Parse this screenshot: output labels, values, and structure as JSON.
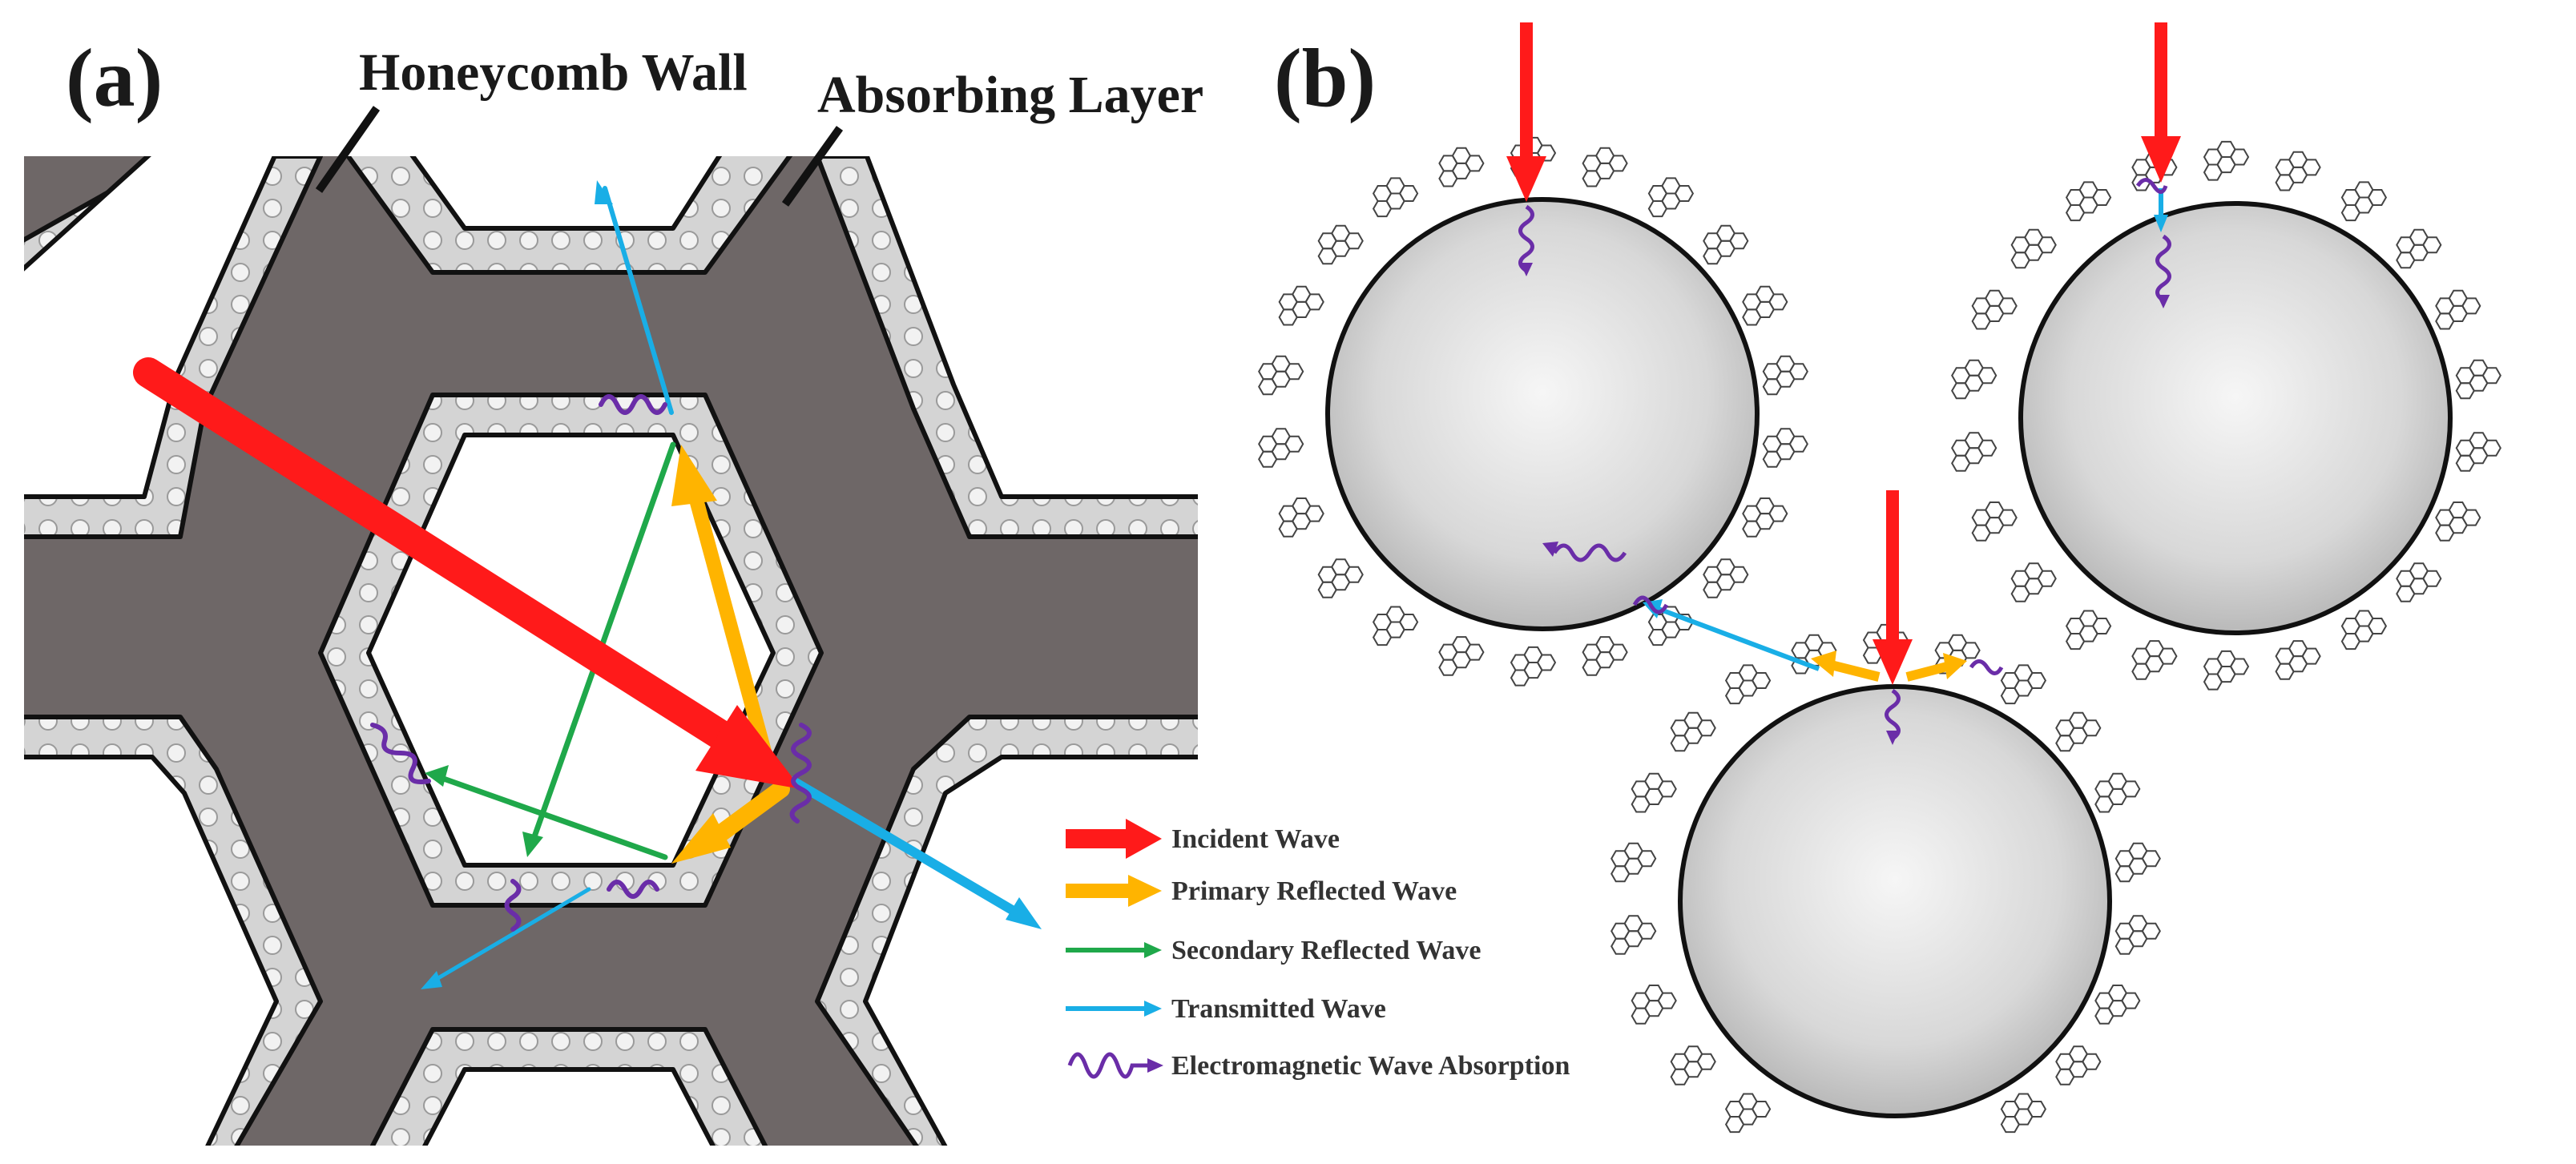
{
  "panels": {
    "a": {
      "label": "(a)"
    },
    "b": {
      "label": "(b)"
    }
  },
  "callouts": {
    "honeycomb_wall": "Honeycomb Wall",
    "absorbing_layer": "Absorbing Layer"
  },
  "legend": [
    {
      "key": "incident",
      "label": "Incident Wave",
      "color": "#ff1a1a",
      "icon": "thick-red-arrow-icon"
    },
    {
      "key": "primary",
      "label": "Primary Reflected Wave",
      "color": "#ffb400",
      "icon": "thick-orange-arrow-icon"
    },
    {
      "key": "secondary",
      "label": "Secondary Reflected Wave",
      "color": "#1fa84a",
      "icon": "green-arrow-icon"
    },
    {
      "key": "transmitted",
      "label": "Transmitted Wave",
      "color": "#19aee6",
      "icon": "blue-arrow-icon"
    },
    {
      "key": "absorption",
      "label": "Electromagnetic Wave Absorption",
      "color": "#6a2da8",
      "icon": "purple-squiggle-arrow-icon"
    }
  ],
  "colors": {
    "wall": "#6e6767",
    "absorbing_layer": "#d6d6d6",
    "cell_interior": "#ffffff",
    "outline": "#111111",
    "sphere_light": "#f4f4f4",
    "sphere_dark": "#bdbdbd",
    "graphene": "#444444"
  }
}
